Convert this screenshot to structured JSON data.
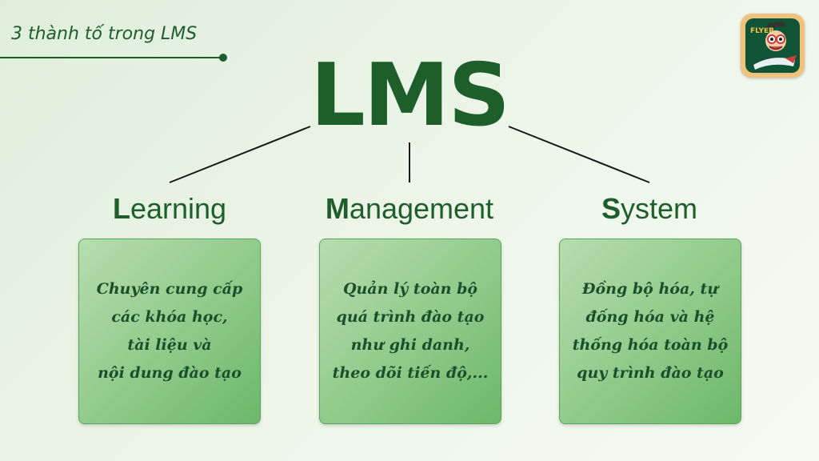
{
  "subtitle": "3 thành tố trong LMS",
  "title": "LMS",
  "columns": [
    {
      "initial": "L",
      "rest": "earning",
      "text": "Chuyên cung cấp\ncác khóa học,\ntài liệu và\nnội dung đào tạo"
    },
    {
      "initial": "M",
      "rest": "anagement",
      "text": "Quản lý toàn bộ\nquá trình đào tạo\nnhư ghi danh,\ntheo dõi tiến độ,..."
    },
    {
      "initial": "S",
      "rest": "ystem",
      "text": "Đồng bộ hóa, tự\nđống hóa và hệ\nthống hóa toàn bộ\nquy trình đào tạo"
    }
  ],
  "logo": {
    "label": "FLYER"
  },
  "colors": {
    "primary": "#1d5e2a",
    "box": "#8fca89"
  }
}
